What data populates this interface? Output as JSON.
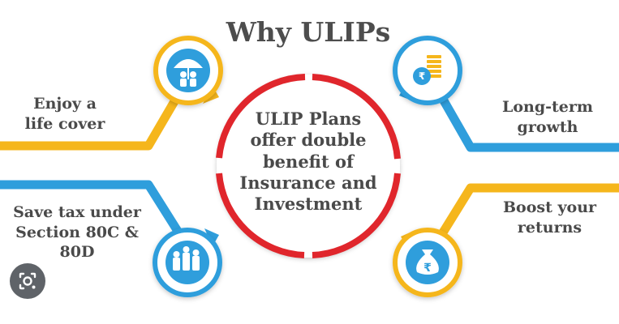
{
  "title": "Why ULIPs",
  "center": {
    "lines": [
      "ULIP Plans",
      "offer double",
      "benefit of",
      "Insurance and",
      "Investment"
    ]
  },
  "features": [
    {
      "id": "life-cover",
      "lines": [
        "Enjoy a",
        "life cover"
      ],
      "icon": "umbrella-family-icon",
      "color": "#f5b61c"
    },
    {
      "id": "tax-saving",
      "lines": [
        "Save tax under",
        "Section 80C &",
        "80D"
      ],
      "icon": "coin-stacks-icon",
      "color": "#2f9edc"
    },
    {
      "id": "long-term-growth",
      "lines": [
        "Long-term",
        "growth"
      ],
      "icon": "rupee-coin-stack-icon",
      "color": "#2f9edc"
    },
    {
      "id": "boost-returns",
      "lines": [
        "Boost your",
        "returns"
      ],
      "icon": "rupee-money-bag-icon",
      "color": "#f5b61c"
    }
  ],
  "colors": {
    "yellow": "#f5b61c",
    "blue": "#2f9edc",
    "red": "#e0262c",
    "text": "#4a4a4a"
  },
  "lens_button": {
    "icon": "lens-search-icon"
  }
}
